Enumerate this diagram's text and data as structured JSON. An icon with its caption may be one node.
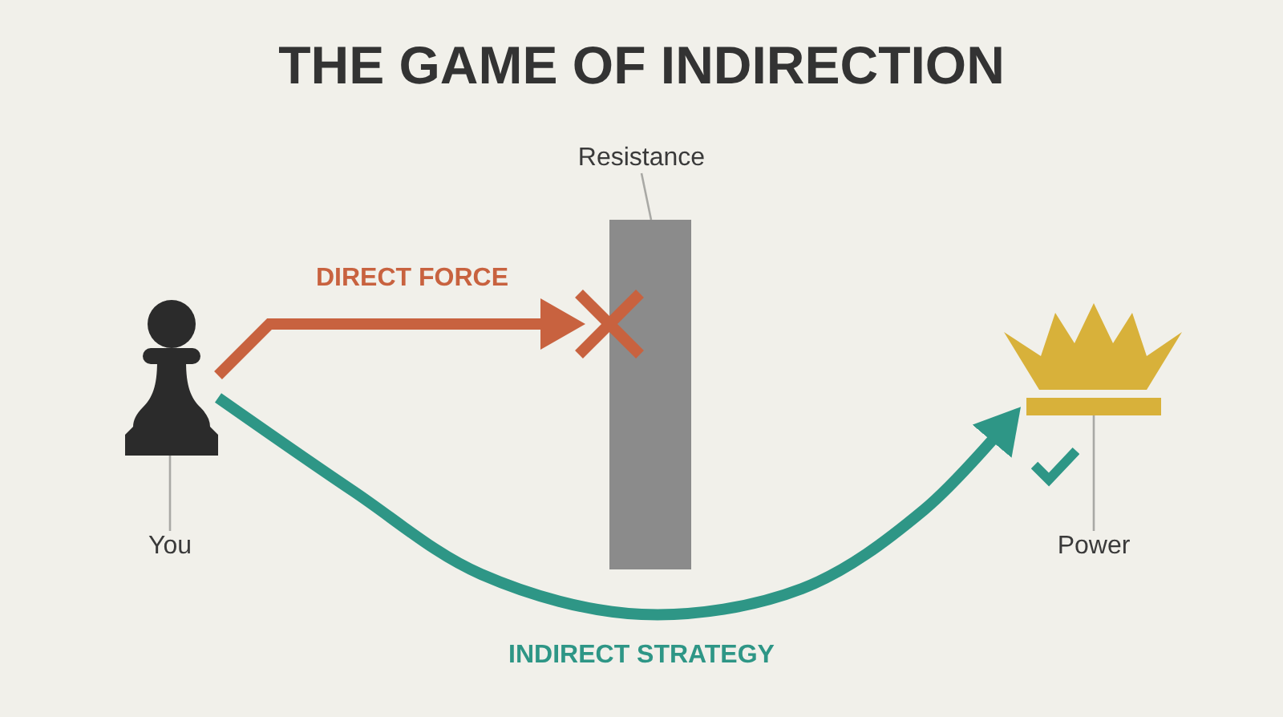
{
  "diagram": {
    "title": "THE GAME OF INDIRECTION",
    "nodes": [
      {
        "text": [
          "Resistance"
        ]
      },
      {
        "text": [],
        "shape": "bar"
      },
      {
        "text": [],
        "shape": "pawn"
      },
      {
        "text": [],
        "shape": "cross"
      },
      {
        "text": [],
        "shape": "crown"
      },
      {
        "text": [
          "You"
        ]
      },
      {
        "text": [
          "Power"
        ]
      }
    ],
    "edges": [
      {
        "from": 0,
        "to": 1,
        "arrow": "none"
      },
      {
        "from": 2,
        "to": 3,
        "arrow": "to",
        "label": "DIRECT FORCE",
        "style": "thick",
        "color": "#c8623f"
      },
      {
        "from": 5,
        "to": 2,
        "arrow": "none"
      },
      {
        "from": 2,
        "to": 4,
        "arrow": "to",
        "label": "INDIRECT STRATEGY",
        "style": "thick",
        "color": "#2e9686"
      },
      {
        "from": 6,
        "to": 4,
        "arrow": "none"
      }
    ]
  }
}
